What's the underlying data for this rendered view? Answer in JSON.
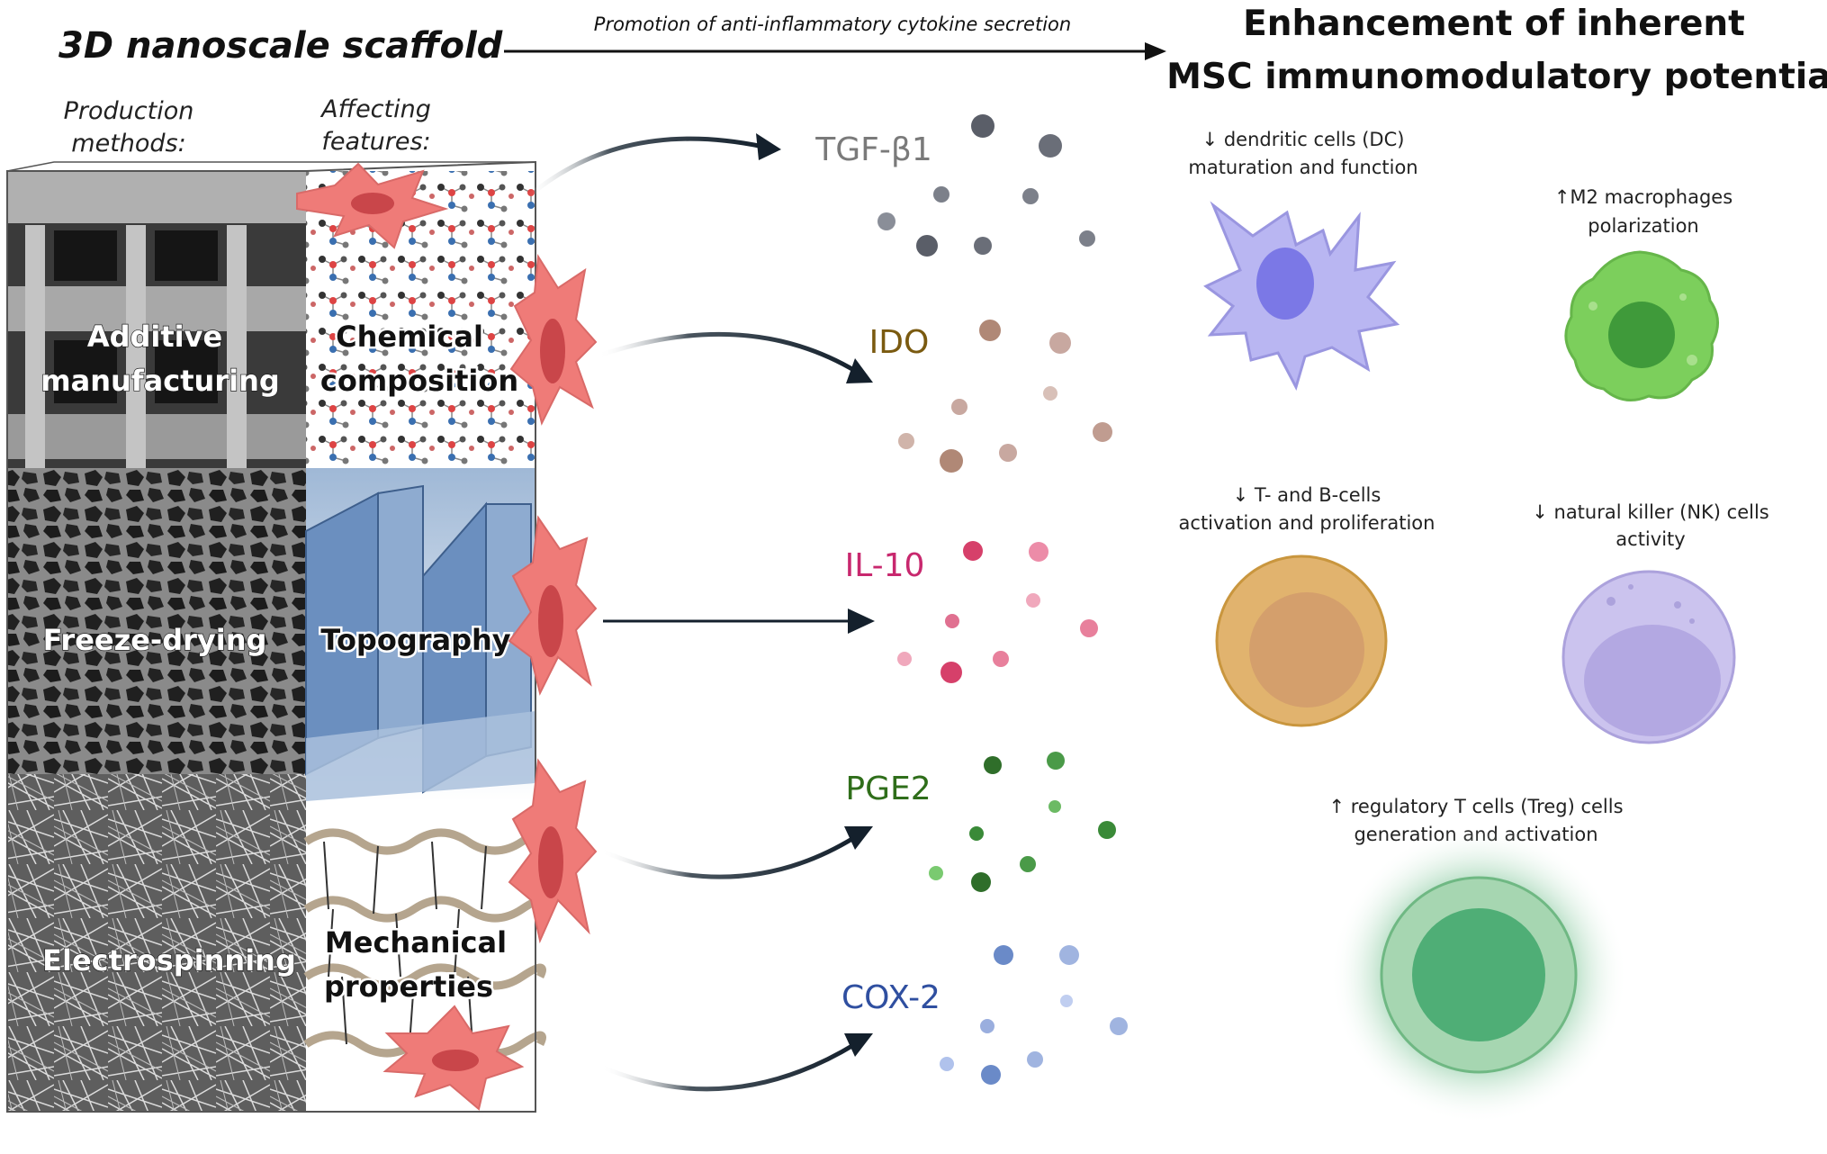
{
  "header": {
    "scaffold_title": "3D nanoscale scaffold",
    "arrow_caption": "Promotion of anti-inflammatory cytokine secretion",
    "outcome_title_line1": "Enhancement of inherent",
    "outcome_title_line2": "MSC  immunomodulatory potential"
  },
  "columns": {
    "production_line1": "Production",
    "production_line2": "methods:",
    "features_line1": "Affecting",
    "features_line2": "features:"
  },
  "methods": [
    {
      "line1": "Additive",
      "line2": "manufacturing"
    },
    {
      "line1": "Freeze-drying",
      "line2": ""
    },
    {
      "line1": "Electrospinning",
      "line2": ""
    }
  ],
  "features": [
    {
      "line1": "Chemical",
      "line2": "composition"
    },
    {
      "line1": "Topography",
      "line2": ""
    },
    {
      "line1": "Mechanical",
      "line2": "properties"
    }
  ],
  "cytokines": [
    {
      "label": "TGF-β1",
      "color": "#7a7a7a",
      "dot": "#6a6e78"
    },
    {
      "label": "IDO",
      "color": "#7a5a10",
      "dot": "#a88878"
    },
    {
      "label": "IL-10",
      "color": "#c8286e",
      "dot": "#e07090"
    },
    {
      "label": "PGE2",
      "color": "#2f6e1a",
      "dot": "#4a9a48"
    },
    {
      "label": "COX-2",
      "color": "#2f4fa0",
      "dot": "#8aa0d8"
    }
  ],
  "effects": {
    "dc_line1": "↓ dendritic cells (DC)",
    "dc_line2": "maturation and function",
    "m2_line1": "↑M2 macrophages",
    "m2_line2": "polarization",
    "tb_line1": "↓ T- and B-cells",
    "tb_line2": "activation and proliferation",
    "nk_line1": "↓ natural killer (NK) cells",
    "nk_line2": "activity",
    "treg_line1": "↑ regulatory T cells (Treg) cells",
    "treg_line2": "generation and activation"
  },
  "colors": {
    "msc_cell": "#ef7b78",
    "dc_cell": "#b9b6f2",
    "macrophage": "#7ccf5c",
    "bcell": "#e1b36e",
    "nk_cell": "#cbc3ee",
    "treg": "#55b074"
  }
}
